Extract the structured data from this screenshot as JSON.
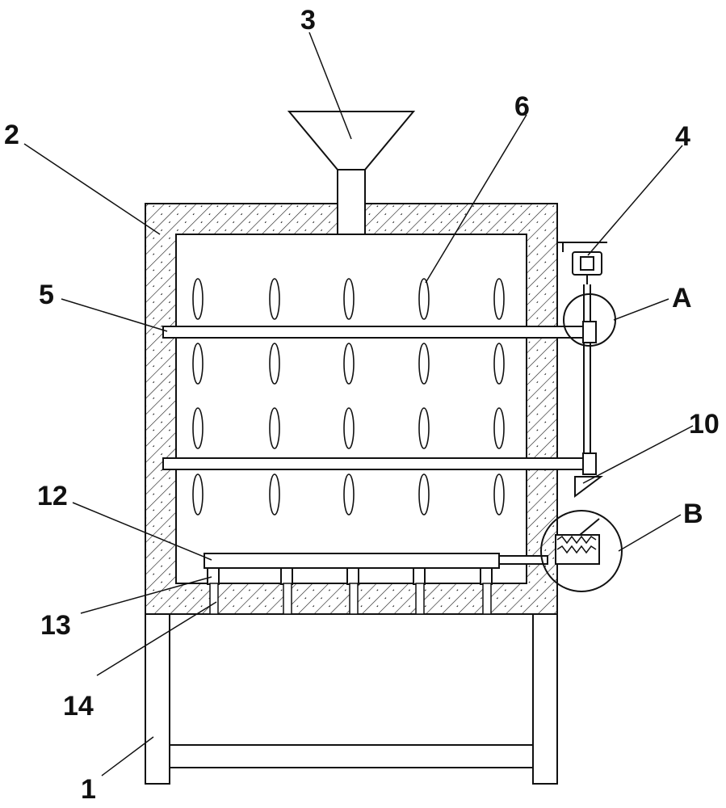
{
  "labels": {
    "base_frame": "1",
    "housing": "2",
    "hopper": "3",
    "motor": "4",
    "upper_shaft": "5",
    "paddles": "6",
    "lower_shaft": "10",
    "sieve_plate": "12",
    "rollers": "13",
    "supports": "14",
    "detail_a": "A",
    "detail_b": "B"
  },
  "colors": {
    "line": "#111111",
    "background": "#ffffff"
  },
  "paddles": {
    "columns": 5,
    "rows": 4
  }
}
